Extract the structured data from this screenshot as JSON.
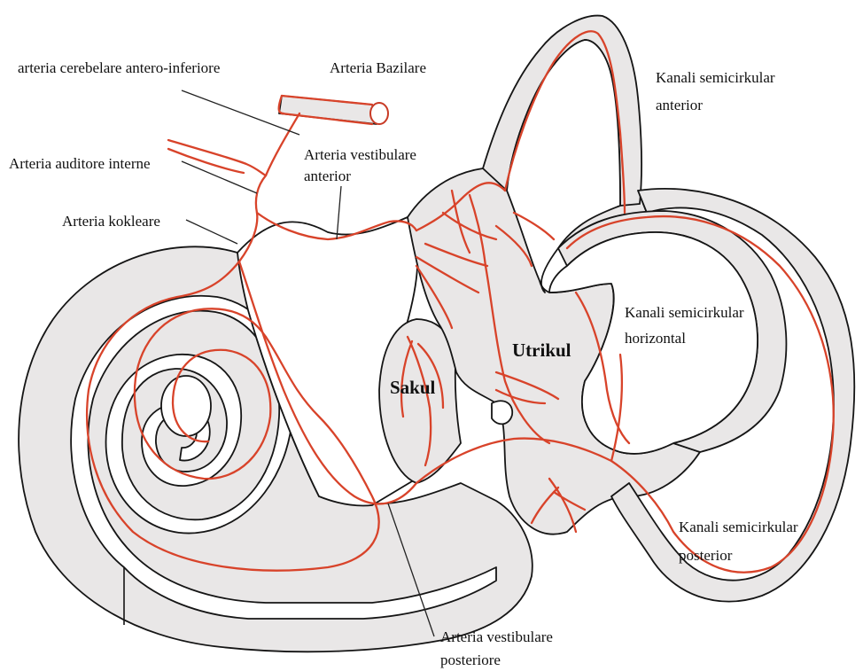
{
  "colors": {
    "vessel": "#d8432a",
    "wall": "#e9e7e7",
    "outline": "#151515"
  },
  "labels": {
    "aica": "arteria cerebelare antero-inferiore",
    "basilar": "Arteria Bazilare",
    "internal_auditory": "Arteria auditore interne",
    "ant_vestibular_line1": "Arteria vestibulare",
    "ant_vestibular_line2": "anterior",
    "cochlear": "Arteria kokleare",
    "anterior_canal_line1": "Kanali semicirkular",
    "anterior_canal_line2": "anterior",
    "horizontal_canal_line1": "Kanali semicirkular",
    "horizontal_canal_line2": "horizontal",
    "utricle": "Utrikul",
    "saccule": "Sakul",
    "posterior_canal_line1": "Kanali semicirkular",
    "posterior_canal_line2": "posterior",
    "post_vestibular_line1": "Arteria vestibulare",
    "post_vestibular_line2": "posteriore"
  }
}
